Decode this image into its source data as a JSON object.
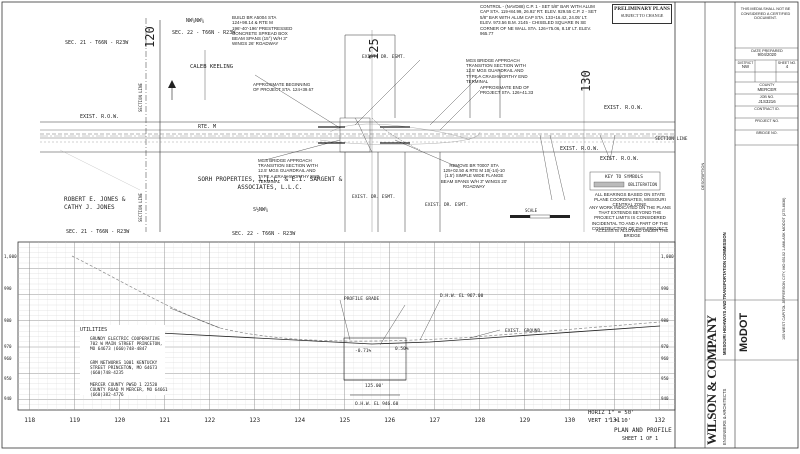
{
  "banner": {
    "line1": "PRELIMINARY PLANS",
    "line2": "SUBJECT TO CHANGE"
  },
  "seal_note": "THIS MEDIA SHALL NOT BE CONSIDERED A CERTIFIED DOCUMENT.",
  "title_block": {
    "date_label": "DATE PREPARED",
    "date": "9/04/2020",
    "district_label": "DISTRICT",
    "district": "NW",
    "sheet_no_label": "SHEET NO.",
    "sheet_no": "4",
    "county_label": "COUNTY",
    "county": "MERCER",
    "job_label": "JOB NO.",
    "job": "J1S3216",
    "contract_label": "CONTRACT ID.",
    "project_label": "PROJECT NO.",
    "bridge_label": "BRIDGE NO.",
    "description_label": "DESCRIPTION",
    "agency": "MISSOURI HIGHWAYS AND TRANSPORTATION COMMISSION",
    "agency_addr": "105 WEST CAPITOL JEFFERSON CITY, MO 65102 1-888-ASK MODOT (275-6636)",
    "modot": "MoDOT",
    "firm": "WILSON & COMPANY",
    "firm_sub": "ENGINEERS & ARCHITECTS"
  },
  "plan": {
    "stations": [
      "120",
      "125",
      "130"
    ],
    "section_labels": [
      "SECTION LINE",
      "SECTION LINE",
      "SECTION LINE"
    ],
    "owners": [
      "CALEB KEELING",
      "ROBERT E. JONES & CATHY J. JONES",
      "SORH PROPERTIES, L.L.C. & E.I. SARGENT & ASSOCIATES, L.L.C."
    ],
    "sections": [
      "NW¼NW¼",
      "SEC. 21 - T66N - R23W",
      "SEC. 22 - T66N - R23W",
      "S½NW¼",
      "SEC. 21 - T66N - R23W",
      "SEC. 22 - T66N - R23W"
    ],
    "row_labels": [
      "EXIST. R.O.W.",
      "EXIST. R.O.W.",
      "EXIST. R.O.W.",
      "EXIST. R.O.W."
    ],
    "route": "RTE. M",
    "esmt": [
      "EXIST. DR. ESMT.",
      "EXIST. DR. ESMT.",
      "EXIST. DR. ESMT."
    ],
    "notes": {
      "build": "BUILD BR A5004 STA 124+98.14 & RTE M 196'-40'-196' PRESTRESSED CONCRETE SPREAD BOX BEAM SPANS (15°) W/H 3\" WINGS 26' ROADWAY",
      "control": "CONTROL - (NAVD88) C.P. 1 - SET 5/8\" BAR WITH ALUM CAP STA. 119+84.99, 26.92' RT. ELEV. 929.55 C.P. 2 - SET 5/8\" BAR WITH ALUM CAP STA. 133+16.42, 24.05' LT. ELEV. 973.56 B.M. 2145 - CHISELED SQUARE IN SE CORNER OF NE WALL STA. 126+75.06, 8.18' LT. ELEV. 965.77",
      "approach_begin": "APPROXIMATE BEGINNING OF PROJECT STA. 124+39.67",
      "approach_end": "APPROXIMATE END OF PROJECT STA. 126+41.33",
      "transition_nw": "MGS BRIDGE APPROACH TRANSITION SECTION WITH 12.5' MGS GUARDRAIL AND TYPE A CRASHWORTHY END TERMINAL",
      "transition_sw": "MGS BRIDGE APPROACH TRANSITION SECTION WITH 12.5' MGS GUARDRAIL AND TYPE A CRASHWORTHY END TERMINAL",
      "remove": "REMOVE BR T0007 STA 125+02.50 & RTE M 10(-14)-10 (1.5') SIMPLE WIDE FLANGE BEAM SPANS W/H 3\" WINGS 20' ROADWAY",
      "bearings": "ALL BEARINGS BASED ON STATE PLANE COORDINATES, MISSOURI CENTRAL ZONE.",
      "work": "ANY WORK INDICATED ON THE PLANS THAT EXTENDS BEYOND THE PROJECT LIMITS IS CONSIDERED INCIDENTAL TO AND A PART OF THE CONSTRUCTION OF THIS PROJECT.",
      "access": "ACCESS IS ALLOWED UNDER THE BRIDGE"
    },
    "key_title": "KEY TO SYMBOLS",
    "key_item": "OBLITERATION",
    "scale_label": "SCALE"
  },
  "profile": {
    "elev_labels": [
      "1,000",
      "990",
      "980",
      "970",
      "960",
      "950",
      "940"
    ],
    "station_labels": [
      "118",
      "119",
      "120",
      "121",
      "122",
      "123",
      "124",
      "125",
      "126",
      "127",
      "128",
      "129",
      "130",
      "131",
      "132"
    ],
    "horiz_scale": "HORIZ 1\" = 50'",
    "vert_scale": "VERT 1\" = 10'",
    "plan_title": "PLAN AND PROFILE",
    "sheet_title": "SHEET 1 OF 1",
    "profile_grade": "PROFILE GRADE",
    "exist_ground": "EXIST. GROUND",
    "hw": "D.H.W. EL 967.00",
    "ohw": "O.H.W. EL 946.60",
    "span": "125.00'",
    "slope1": "-0.71%",
    "slope2": "0.50%",
    "utilities_title": "UTILITIES",
    "utilities": [
      "GRUNDY ELECTRIC COOPERATIVE 702 W MAIN STREET PRINCETON, MO 64673 (660)748-4847",
      "GRM NETWORKS 1001 KENTUCKY STREET PRINCETON, MO 64673 (660)748-4235",
      "MERCER COUNTY PWSD 1 22520 COUNTY ROAD M MERCER, MO 64661 (660)382-4776"
    ]
  },
  "colors": {
    "line": "#333333",
    "grid": "#9a9a9a",
    "light": "#c8c8c8",
    "paper": "#ffffff"
  }
}
